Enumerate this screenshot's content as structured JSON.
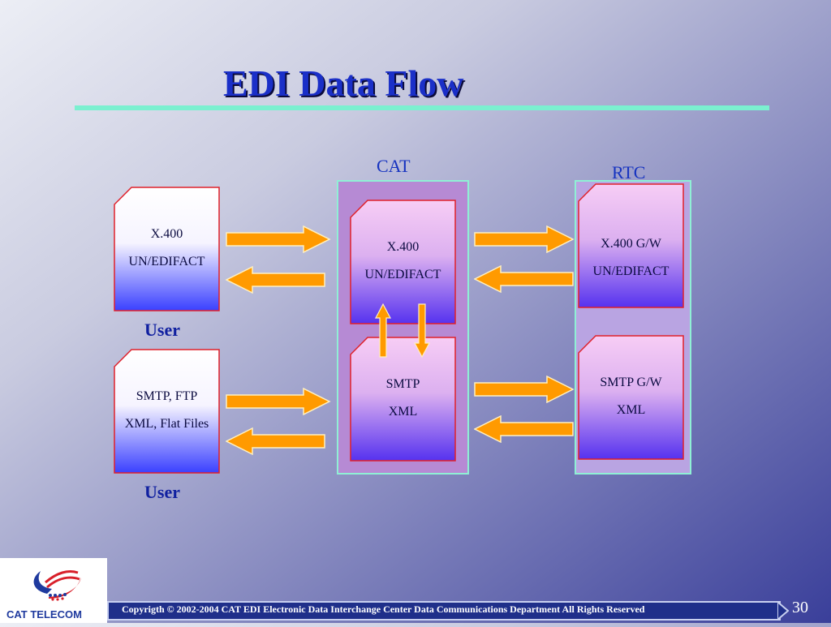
{
  "slide": {
    "title": "EDI Data Flow",
    "page_number": "30"
  },
  "groups": {
    "cat_label": "CAT",
    "rtc_label": "RTC"
  },
  "users": {
    "label_1": "User",
    "label_2": "User"
  },
  "docs": {
    "user_x400": {
      "line1": "X.400",
      "line2": "UN/EDIFACT"
    },
    "user_smtp": {
      "line1": "SMTP, FTP",
      "line2": "XML, Flat Files"
    },
    "cat_x400": {
      "line1": "X.400",
      "line2": "UN/EDIFACT"
    },
    "cat_smtp": {
      "line1": "SMTP",
      "line2": "XML"
    },
    "rtc_x400": {
      "line1": "X.400 G/W",
      "line2": "UN/EDIFACT"
    },
    "rtc_smtp": {
      "line1": "SMTP G/W",
      "line2": "XML"
    }
  },
  "footer": {
    "copyright": "Copyrigth © 2002-2004  CAT EDI   Electronic Data Interchange Center    Data Communications Department All Rights Reserved",
    "logo_text": "CAT TELECOM"
  },
  "colors": {
    "title": "#1a2fc8",
    "rule": "#7bf0d0",
    "arrow": "#ff9a00",
    "doc_user_top": "#ffffff",
    "doc_user_bottom": "#3d44ff",
    "doc_cat_top": "#f4c6f2",
    "doc_cat_bottom": "#5a3cf2"
  }
}
